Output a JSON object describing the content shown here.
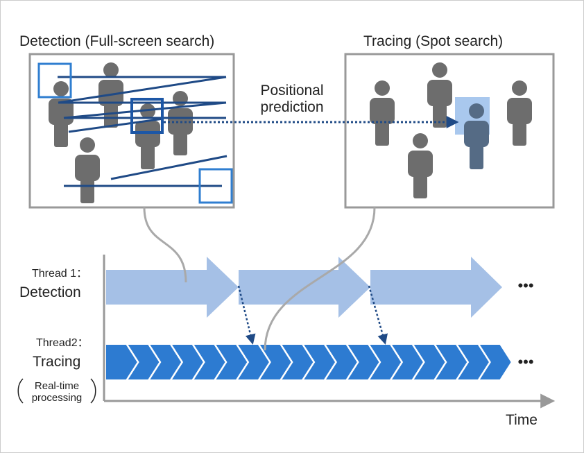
{
  "detection_panel": {
    "title": "Detection (Full-screen search)"
  },
  "tracing_panel": {
    "title": "Tracing (Spot search)"
  },
  "prediction_label": {
    "line1": "Positional",
    "line2": "prediction"
  },
  "threads": {
    "thread1": {
      "name": "Thread 1：",
      "role": "Detection"
    },
    "thread2": {
      "name": "Thread2：",
      "role": "Tracing",
      "note_line1": "Real-time",
      "note_line2": "processing"
    }
  },
  "axis": {
    "time_label": "Time"
  },
  "ellipsis": "•••",
  "colors": {
    "person": "#6d6d6d",
    "scan_line": "#1f4a86",
    "detection_box": "#2f7ed0",
    "detection_box_dark": "#1d57a6",
    "prediction_arrow": "#1f4a86",
    "thread1_arrow": "#a5c0e6",
    "thread2_chevron": "#2d7bd1",
    "tracing_highlight": "#a9c8ee",
    "connector": "#a9a9a9",
    "panel_border": "#999999"
  },
  "icons": [
    "person-icon",
    "arrow-icon",
    "chevron-icon",
    "square-bracket-icon"
  ]
}
